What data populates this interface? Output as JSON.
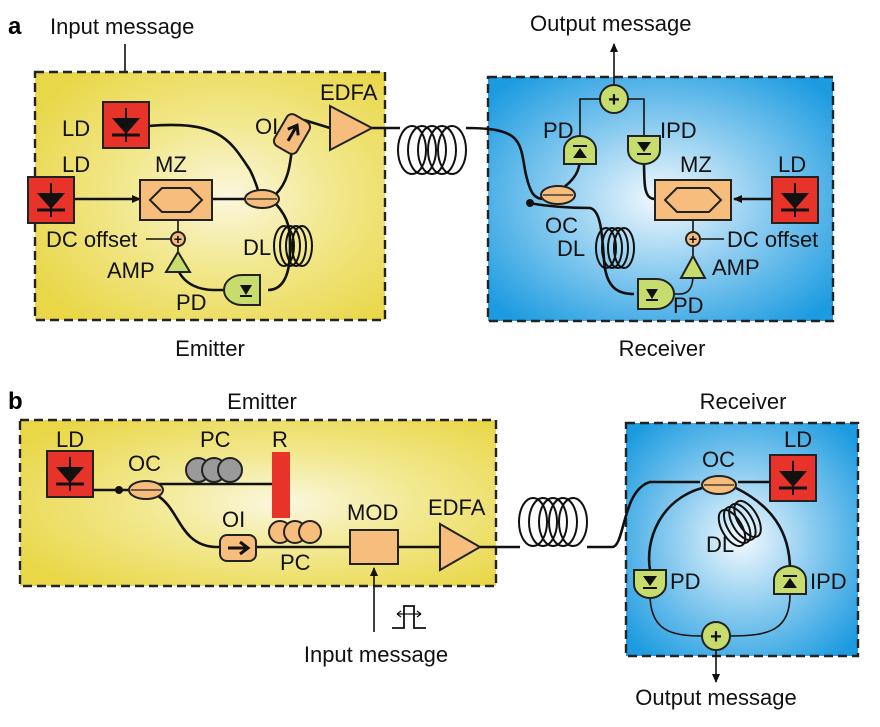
{
  "panels": {
    "a": {
      "letter": "a",
      "input_message": "Input message",
      "output_message": "Output message",
      "emitter": {
        "caption": "Emitter",
        "ld_top": "LD",
        "ld_mid": "LD",
        "mz": "MZ",
        "oi": "OI",
        "edfa": "EDFA",
        "dc_offset": "DC offset",
        "amp": "AMP",
        "dl": "DL",
        "pd": "PD"
      },
      "receiver": {
        "caption": "Receiver",
        "pd_top": "PD",
        "ipd": "IPD",
        "mz": "MZ",
        "ld": "LD",
        "oc": "OC",
        "dl": "DL",
        "dc_offset": "DC offset",
        "amp": "AMP",
        "pd_bottom": "PD"
      }
    },
    "b": {
      "letter": "b",
      "input_message": "Input message",
      "output_message": "Output message",
      "emitter": {
        "caption": "Emitter",
        "ld": "LD",
        "oc": "OC",
        "pc_top": "PC",
        "r": "R",
        "oi": "OI",
        "pc_bottom": "PC",
        "mod": "MOD",
        "edfa": "EDFA"
      },
      "receiver": {
        "caption": "Receiver",
        "oc": "OC",
        "ld": "LD",
        "dl": "DL",
        "pd": "PD",
        "ipd": "IPD"
      }
    }
  },
  "colors": {
    "emitter_fill": "#eedf5a",
    "receiver_fill": "#1f9fe2",
    "laser": "#e8332a",
    "component": "#f6bd7d",
    "detector": "#c6dd6e",
    "polarization_grey": "#9a9a9a"
  },
  "symbols": {
    "adder": "+",
    "small_adder": "+"
  }
}
